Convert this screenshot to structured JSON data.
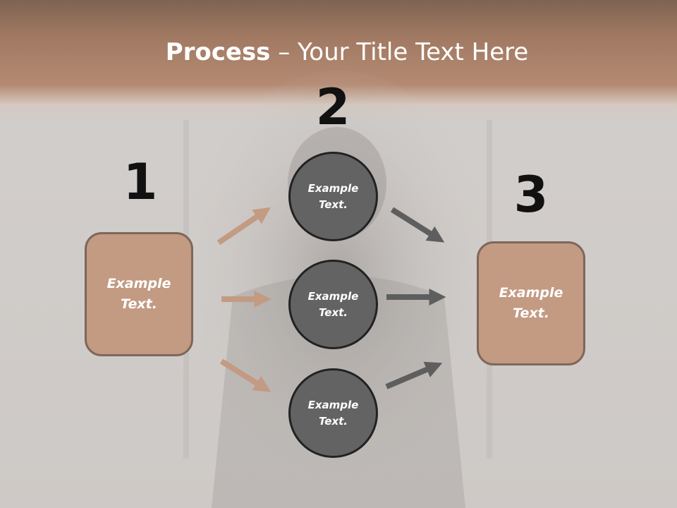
{
  "title": {
    "strong": "Process",
    "rest": " – Your Title Text Here"
  },
  "steps": {
    "step1": {
      "number": "1",
      "box_text": "Example Text."
    },
    "step2": {
      "number": "2",
      "circles": [
        "Example Text.",
        "Example Text.",
        "Example Text."
      ]
    },
    "step3": {
      "number": "3",
      "box_text": "Example Text."
    }
  },
  "colors": {
    "box_fill": "#c39a82",
    "box_border": "#7e675b",
    "circle_fill": "#636363",
    "circle_border": "#222222",
    "left_arrow": "#c39a82",
    "right_arrow": "#5e5e5e"
  }
}
